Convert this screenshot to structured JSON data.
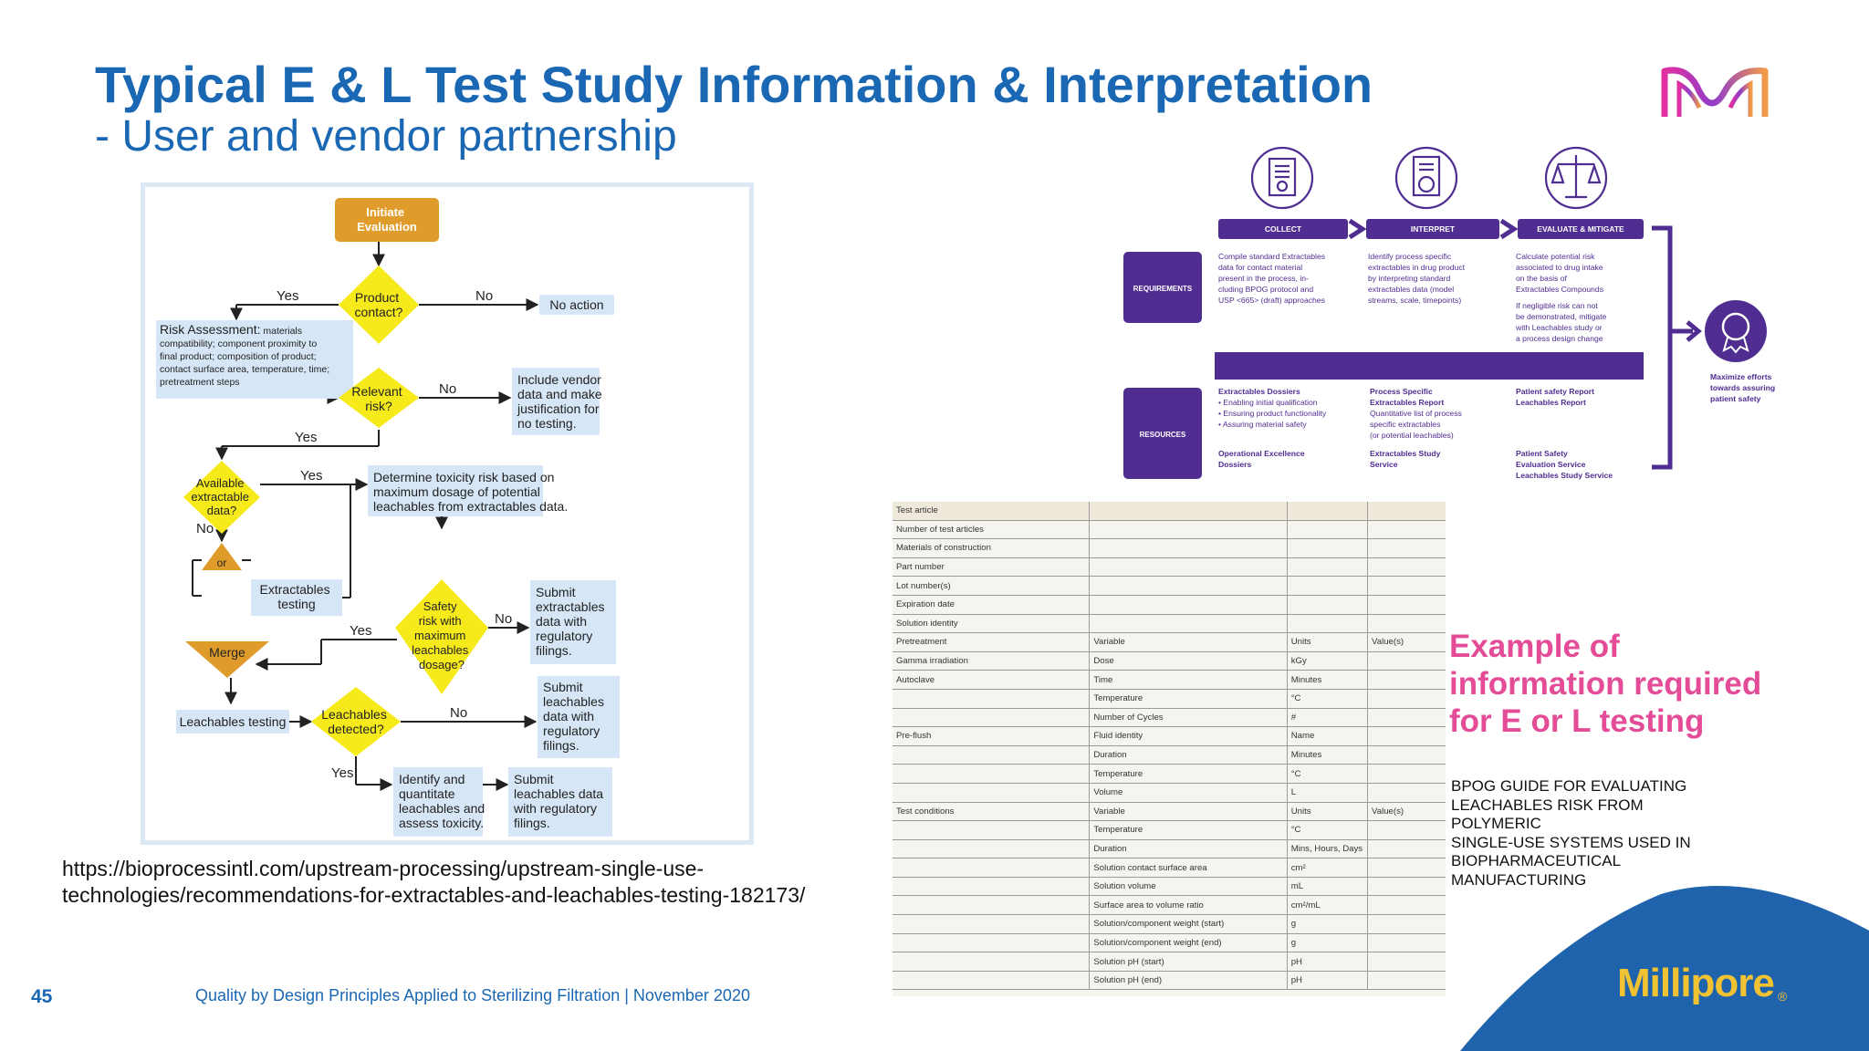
{
  "header": {
    "title": "Typical E & L Test Study Information & Interpretation",
    "subtitle": "- User and vendor partnership"
  },
  "flowchart": {
    "initiate": [
      "Initiate",
      "Evaluation"
    ],
    "product_contact": [
      "Product",
      "contact?"
    ],
    "relevant_risk": [
      "Relevant",
      "risk?"
    ],
    "available_data": [
      "Available",
      "extractable",
      "data?"
    ],
    "safety_risk": [
      "Safety",
      "risk with",
      "maximum",
      "leachables",
      "dosage?"
    ],
    "leachables_detected": [
      "Leachables",
      "detected?"
    ],
    "no_action": "No action",
    "risk_assessment_bold": "Risk Assessment:",
    "risk_assessment_text": [
      " materials",
      "compatibility; component proximity to",
      "final product; composition of product;",
      "contact surface area, temperature, time;",
      "pretreatment steps"
    ],
    "include_vendor": [
      "Include vendor",
      "data and make",
      "justification for",
      "no testing."
    ],
    "determine_toxicity": [
      "Determine toxicity risk based on",
      "maximum dosage of potential",
      "leachables from extractables data."
    ],
    "extractables_testing": [
      "Extractables",
      "testing"
    ],
    "or": "or",
    "merge": "Merge",
    "leachables_testing": "Leachables testing",
    "submit_extractables": [
      "Submit",
      "extractables",
      "data with",
      "regulatory",
      "filings."
    ],
    "submit_leachables_1": [
      "Submit",
      "leachables",
      "data with",
      "regulatory",
      "filings."
    ],
    "identify": [
      "Identify and",
      "quantitate",
      "leachables and",
      "assess toxicity."
    ],
    "submit_leachables_2": [
      "Submit",
      "leachables data",
      "with regulatory",
      "filings."
    ],
    "yes": "Yes",
    "no": "No"
  },
  "process": {
    "steps": [
      "COLLECT",
      "INTERPRET",
      "EVALUATE & MITIGATE"
    ],
    "rows": [
      "REQUIREMENTS",
      "RESOURCES"
    ],
    "requirements": [
      [
        "Compile standard Extractables",
        "data for contact material",
        "present in the process, in-",
        "cluding BPOG protocol and",
        "USP <665> (draft) approaches"
      ],
      [
        "Identify process specific",
        "extractables in drug product",
        "by interpreting standard",
        "extractables data (model",
        "streams, scale, timepoints)"
      ],
      [
        "Calculate potential risk",
        "associated to drug intake",
        "on the basis of",
        "Extractables Compounds",
        "",
        "If negligible risk can not",
        "be demonstrated, mitigate",
        "with Leachables study or",
        "a process design change"
      ]
    ],
    "resources": [
      {
        "title": "Extractables Dossiers",
        "bullets": [
          "• Enabling initial qualification",
          "• Ensuring product functionality",
          "• Assuring material safety"
        ],
        "extra": [
          "Operational Excellence",
          "Dossiers"
        ]
      },
      {
        "title": "Process Specific",
        "bullets": [
          "Extractables Report",
          "Quantitative list of process",
          "specific extractables",
          "(or potential leachables)"
        ],
        "extra": [
          "Extractables Study",
          "Service"
        ]
      },
      {
        "title": "Patient safety Report",
        "bullets": [
          "Leachables Report"
        ],
        "extra": [
          "Patient Safety",
          "Evaluation Service",
          "Leachables Study Service"
        ]
      }
    ],
    "outcome": [
      "Maximize efforts",
      "towards assuring",
      "patient safety"
    ]
  },
  "table": {
    "rows": [
      [
        "Test article",
        "",
        "",
        ""
      ],
      [
        "Number of test articles",
        "",
        "",
        ""
      ],
      [
        "Materials of construction",
        "",
        "",
        ""
      ],
      [
        "Part number",
        "",
        "",
        ""
      ],
      [
        "Lot number(s)",
        "",
        "",
        ""
      ],
      [
        "Expiration date",
        "",
        "",
        ""
      ],
      [
        "Solution identity",
        "",
        "",
        ""
      ],
      [
        "Pretreatment",
        "Variable",
        "Units",
        "Value(s)"
      ],
      [
        "Gamma irradiation",
        "Dose",
        "kGy",
        ""
      ],
      [
        "Autoclave",
        "Time",
        "Minutes",
        ""
      ],
      [
        "",
        "Temperature",
        "°C",
        ""
      ],
      [
        "",
        "Number of Cycles",
        "#",
        ""
      ],
      [
        "Pre-flush",
        "Fluid identity",
        "Name",
        ""
      ],
      [
        "",
        "Duration",
        "Minutes",
        ""
      ],
      [
        "",
        "Temperature",
        "°C",
        ""
      ],
      [
        "",
        "Volume",
        "L",
        ""
      ],
      [
        "Test conditions",
        "Variable",
        "Units",
        "Value(s)"
      ],
      [
        "",
        "Temperature",
        "°C",
        ""
      ],
      [
        "",
        "Duration",
        "Mins, Hours, Days",
        ""
      ],
      [
        "",
        "Solution contact surface area",
        "cm²",
        ""
      ],
      [
        "",
        "Solution volume",
        "mL",
        ""
      ],
      [
        "",
        "Surface area to volume ratio",
        "cm²/mL",
        ""
      ],
      [
        "",
        "Solution/component weight (start)",
        "g",
        ""
      ],
      [
        "",
        "Solution/component weight (end)",
        "g",
        ""
      ],
      [
        "",
        "Solution pH (start)",
        "pH",
        ""
      ],
      [
        "",
        "Solution pH (end)",
        "pH",
        ""
      ]
    ]
  },
  "callout": {
    "example_lines": [
      "Example of",
      "information required",
      "for E or L testing"
    ],
    "bpog_lines": [
      "BPOG GUIDE FOR EVALUATING",
      "LEACHABLES RISK FROM POLYMERIC",
      "SINGLE-USE SYSTEMS USED IN",
      "BIOPHARMACEUTICAL",
      "MANUFACTURING"
    ]
  },
  "source_url_lines": [
    "https://bioprocessintl.com/upstream-processing/upstream-single-use-",
    "technologies/recommendations-for-extractables-and-leachables-testing-182173/"
  ],
  "footer": {
    "page_number": "45",
    "text": "Quality by Design Principles Applied to Sterilizing Filtration | November 2020"
  },
  "brand": {
    "name": "Millipore",
    "reg": "®"
  },
  "colors": {
    "title_blue": "#1a68b3",
    "accent_pink": "#e44c97",
    "diamond_yellow": "#f6ea1b",
    "box_orange": "#e09c2b",
    "box_blue": "#d6e6f6",
    "process_purple": "#4f2d91",
    "brand_blue": "#1f63ad",
    "brand_yellow": "#f1c232"
  }
}
